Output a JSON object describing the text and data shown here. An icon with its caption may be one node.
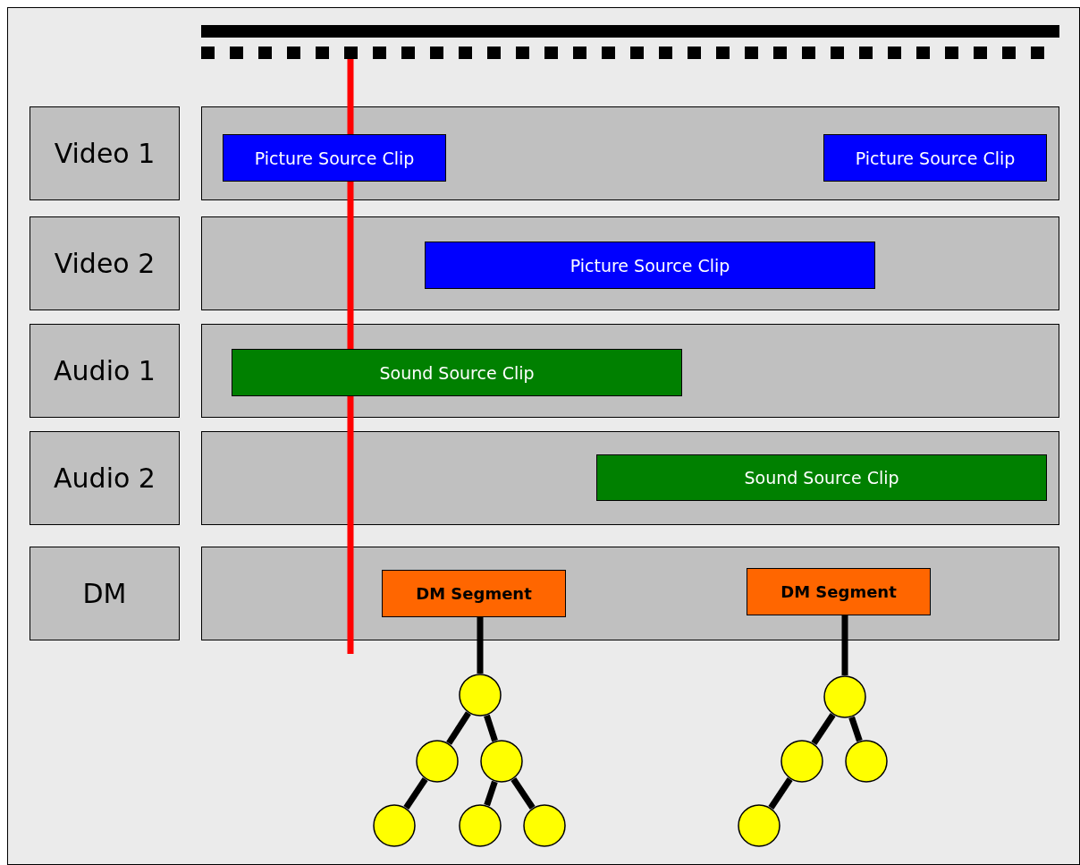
{
  "diagram": {
    "nodes": [
      {
        "text": [
          "Video 1"
        ]
      },
      {
        "text": [],
        "shape": "box"
      },
      {
        "text": [
          "Picture Source Clip"
        ],
        "in": 1
      },
      {
        "text": [
          "Picture Source Clip"
        ],
        "in": 1
      },
      {
        "text": [
          "Video 2"
        ]
      },
      {
        "text": [],
        "shape": "box"
      },
      {
        "text": [
          "Picture Source Clip"
        ],
        "in": 5
      },
      {
        "text": [
          "Audio 1"
        ]
      },
      {
        "text": [],
        "shape": "box"
      },
      {
        "text": [
          "Sound Source Clip"
        ],
        "in": 8
      },
      {
        "text": [
          "Audio 2"
        ]
      },
      {
        "text": [],
        "shape": "box"
      },
      {
        "text": [
          "Sound Source Clip"
        ],
        "in": 11
      },
      {
        "text": [
          "DM"
        ]
      },
      {
        "text": [],
        "shape": "box"
      },
      {
        "text": [
          "DM Segment"
        ],
        "in": 14
      },
      {
        "text": [
          "DM Segment"
        ],
        "in": 14
      },
      {
        "text": [],
        "shape": "circle"
      },
      {
        "text": [],
        "shape": "circle"
      },
      {
        "text": [],
        "shape": "circle"
      },
      {
        "text": [],
        "shape": "circle"
      },
      {
        "text": [],
        "shape": "circle"
      },
      {
        "text": [],
        "shape": "circle"
      },
      {
        "text": [],
        "shape": "circle"
      },
      {
        "text": [],
        "shape": "circle"
      },
      {
        "text": [],
        "shape": "circle"
      },
      {
        "text": [],
        "shape": "circle"
      }
    ],
    "edges": [
      {
        "from": 15,
        "to": 17,
        "arrow": "none"
      },
      {
        "from": 17,
        "to": 18,
        "arrow": "none"
      },
      {
        "from": 17,
        "to": 19,
        "arrow": "none"
      },
      {
        "from": 18,
        "to": 20,
        "arrow": "none"
      },
      {
        "from": 19,
        "to": 21,
        "arrow": "none"
      },
      {
        "from": 19,
        "to": 22,
        "arrow": "none"
      },
      {
        "from": 16,
        "to": 23,
        "arrow": "none"
      },
      {
        "from": 23,
        "to": 24,
        "arrow": "none"
      },
      {
        "from": 23,
        "to": 25,
        "arrow": "none"
      },
      {
        "from": 24,
        "to": 26,
        "arrow": "none"
      }
    ]
  }
}
